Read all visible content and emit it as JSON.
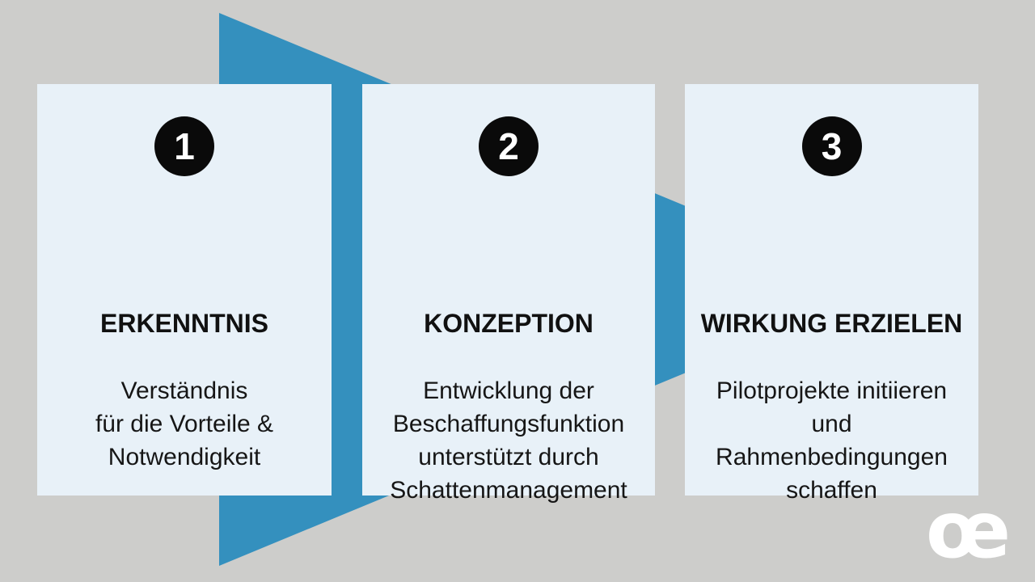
{
  "slide": {
    "background_color": "#cdcdcb",
    "accent_color": "#3490be",
    "card_color": "#e8f1f8",
    "circle_color": "#0a0a0a",
    "title_color": "#111111",
    "body_color": "#161616",
    "logo_glyph": "œ"
  },
  "steps": [
    {
      "number": "1",
      "title": "ERKENNTNIS",
      "body": "Verständnis\nfür die Vorteile &\nNotwendigkeit"
    },
    {
      "number": "2",
      "title": "KONZEPTION",
      "body": "Entwicklung der\nBeschaffungsfunktion\nunterstützt durch\nSchattenmanagement"
    },
    {
      "number": "3",
      "title": "WIRKUNG ERZIELEN",
      "body": "Pilotprojekte initiieren\nund\nRahmenbedingungen\nschaffen"
    }
  ]
}
